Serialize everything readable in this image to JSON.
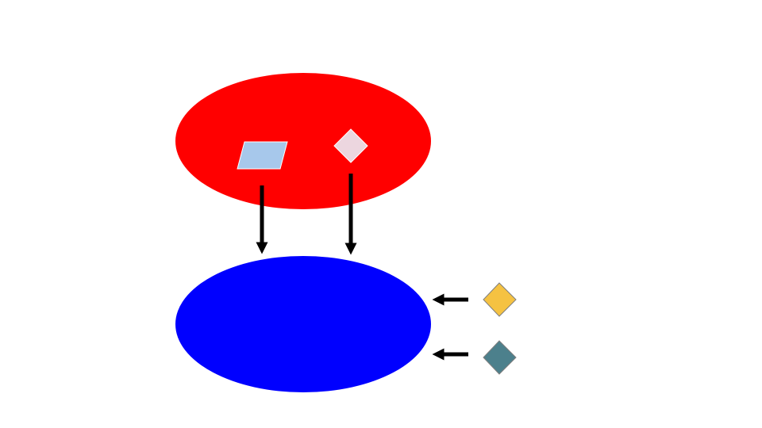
{
  "diagram": {
    "colors": {
      "background": "#ffffff",
      "top_ellipse": "#ff0000",
      "bottom_ellipse": "#0000ff",
      "parallelogram": "#a7c8eb",
      "pink_diamond": "#ecd6df",
      "yellow_diamond": "#f5c242",
      "teal_diamond": "#4c808c",
      "arrow": "#000000",
      "shape_outline": "#7f7f7f"
    },
    "nodes": [
      {
        "id": "top-ellipse",
        "shape": "ellipse"
      },
      {
        "id": "bottom-ellipse",
        "shape": "ellipse"
      },
      {
        "id": "blue-parallelogram",
        "shape": "parallelogram"
      },
      {
        "id": "pink-diamond",
        "shape": "diamond"
      },
      {
        "id": "yellow-diamond",
        "shape": "diamond"
      },
      {
        "id": "teal-diamond",
        "shape": "diamond"
      }
    ],
    "edges": [
      {
        "from": "blue-parallelogram",
        "to": "bottom-ellipse",
        "direction": "down"
      },
      {
        "from": "pink-diamond",
        "to": "bottom-ellipse",
        "direction": "down"
      },
      {
        "from": "yellow-diamond",
        "to": "bottom-ellipse",
        "direction": "left"
      },
      {
        "from": "teal-diamond",
        "to": "bottom-ellipse",
        "direction": "left"
      }
    ]
  }
}
